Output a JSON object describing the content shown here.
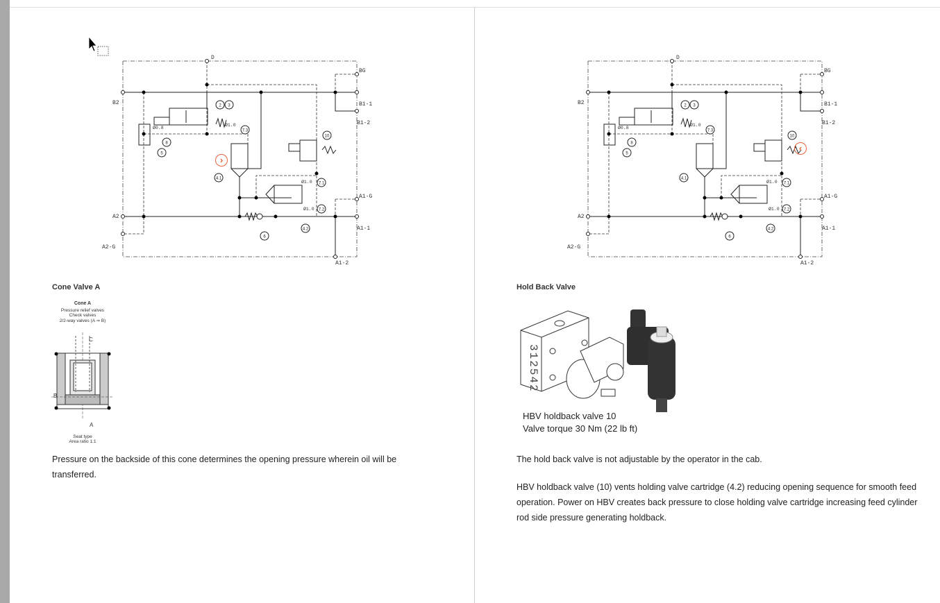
{
  "schematic": {
    "ports": {
      "D": "D",
      "BG": "BG",
      "B2": "B2",
      "B1_1": "B1-1",
      "B1_2": "B1-2",
      "A2": "A2",
      "A2_G": "A2-G",
      "A1_G": "A1-G",
      "A1_1": "A1-1",
      "A1_2": "A1-2"
    },
    "orifices": {
      "o1": "Ø0.8",
      "o2": "Ø1.0",
      "o3": "Ø1.0",
      "o4": "Ø1.0"
    },
    "callouts": [
      "2",
      "3",
      "7.3",
      "8",
      "5",
      "4.1",
      "10",
      "7.1",
      "7.2",
      "4.2",
      "6"
    ]
  },
  "left_page": {
    "nav_marker": "›",
    "heading": "Cone Valve A",
    "cone_figure": {
      "title": "Cone A",
      "lines": [
        "Pressure relief valves",
        "Check valves",
        "2/2-way valves (A ⇒ B)"
      ],
      "port_c": "C",
      "port_b": "B",
      "port_a": "A",
      "footer": [
        "Seat type",
        "Area ratio 1:1"
      ]
    },
    "paragraph": "Pressure on the backside of this cone determines the opening pressure wherein oil will be transferred."
  },
  "right_page": {
    "nav_marker": "‹",
    "heading": "Hold Back Valve",
    "block_number": "312542",
    "caption": [
      "HBV holdback valve 10",
      "Valve torque 30 Nm (22 lb ft)"
    ],
    "paragraphs": [
      "The hold back valve is not adjustable by the operator in the cab.",
      "HBV holdback valve (10) vents holding valve cartridge (4.2) reducing opening sequence for smooth feed operation. Power on HBV creates back pressure to close holding valve cartridge increasing feed cylinder rod side pressure generating holdback."
    ]
  },
  "colors": {
    "marker": "#e8643c",
    "line": "#222222",
    "leftbar": "#a9a9a9"
  }
}
